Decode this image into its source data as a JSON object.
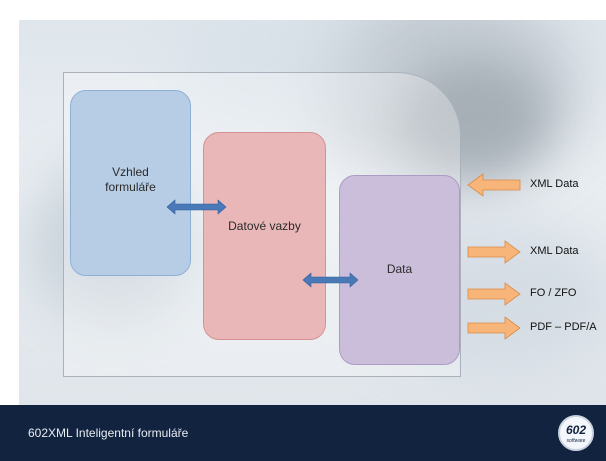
{
  "diagram": {
    "boxes": {
      "view": "Vzhled\nformuláře",
      "binding": "Datové vazby",
      "data": "Data"
    },
    "flows": [
      {
        "label": "XML Data",
        "direction": "in"
      },
      {
        "label": "XML Data",
        "direction": "out"
      },
      {
        "label": "FO / ZFO",
        "direction": "out"
      },
      {
        "label": "PDF – PDF/A",
        "direction": "out"
      }
    ]
  },
  "footer": {
    "title": "602XML Inteligentní formuláře",
    "logo_number": "602",
    "logo_subtext": "software"
  },
  "colors": {
    "footer_bg": "#12233f",
    "view_box": "#b7cde6",
    "binding_box": "#eab7b9",
    "data_box": "#cbbedb",
    "flow_arrow": "#f7b57a",
    "link_arrow": "#4a79b8"
  }
}
